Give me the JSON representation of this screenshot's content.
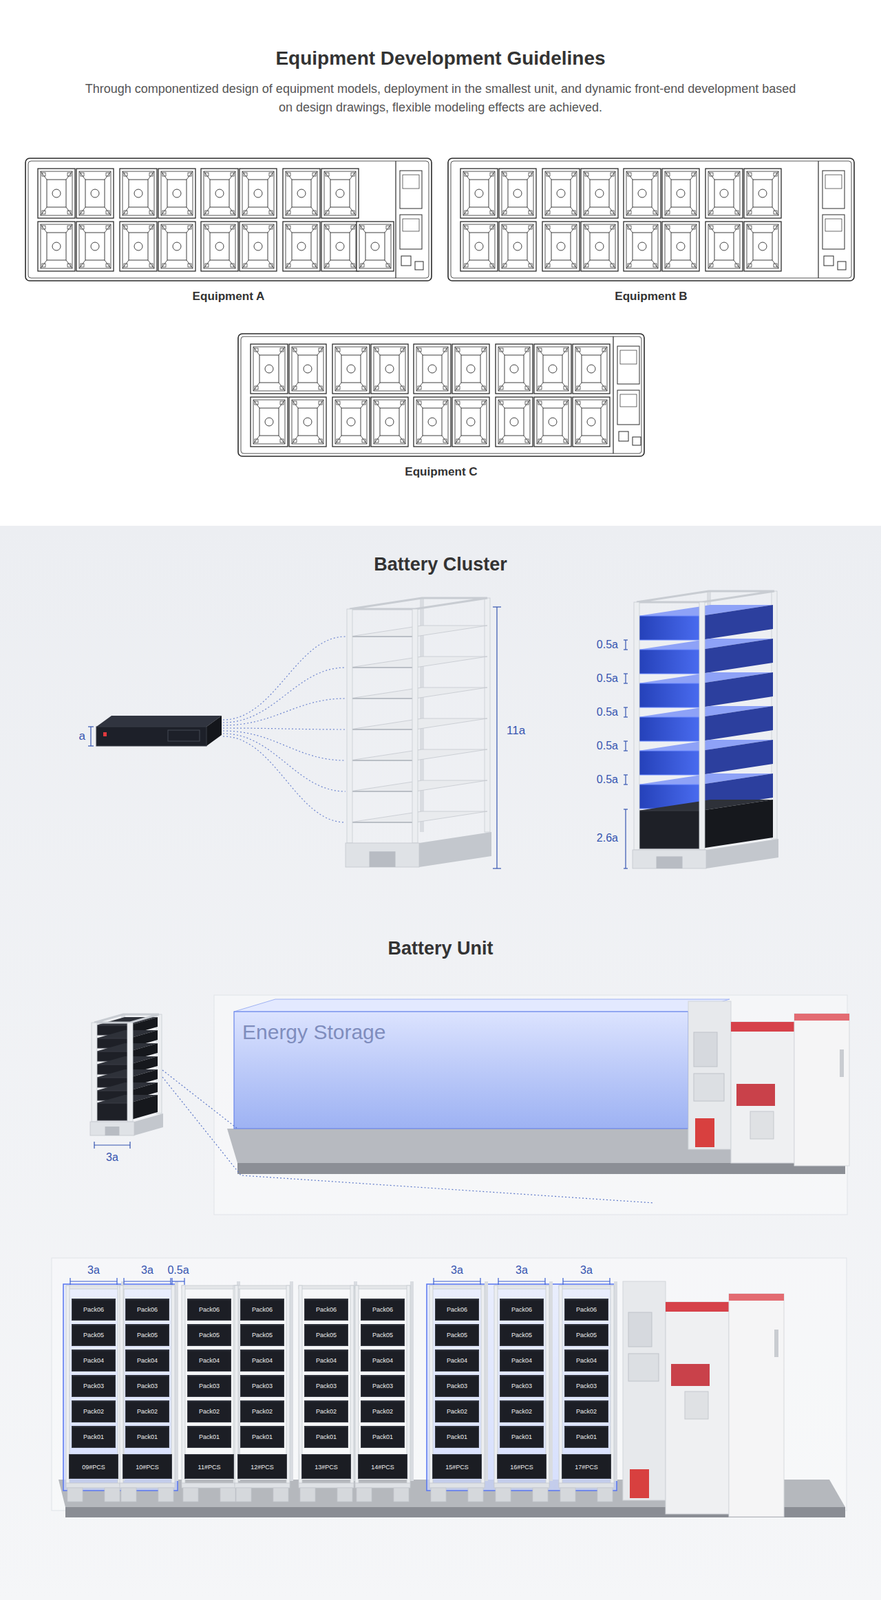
{
  "diagram": {
    "title": "Equipment Development Guidelines",
    "nodes": [
      {
        "text": [
          "Equipment A"
        ]
      },
      {
        "text": [
          "Equipment B"
        ]
      },
      {
        "text": [
          "Equipment C"
        ]
      },
      {
        "text": [
          "09#PCS"
        ]
      },
      {
        "text": [
          "Pack06"
        ],
        "in": 3
      },
      {
        "text": [
          "Pack05"
        ],
        "in": 3
      },
      {
        "text": [
          "Pack04"
        ],
        "in": 3
      },
      {
        "text": [
          "Pack03"
        ],
        "in": 3
      },
      {
        "text": [
          "Pack02"
        ],
        "in": 3
      },
      {
        "text": [
          "Pack01"
        ],
        "in": 3
      },
      {
        "text": [
          "10#PCS"
        ]
      },
      {
        "text": [
          "Pack06"
        ],
        "in": 10
      },
      {
        "text": [
          "Pack05"
        ],
        "in": 10
      },
      {
        "text": [
          "Pack04"
        ],
        "in": 10
      },
      {
        "text": [
          "Pack03"
        ],
        "in": 10
      },
      {
        "text": [
          "Pack02"
        ],
        "in": 10
      },
      {
        "text": [
          "Pack01"
        ],
        "in": 10
      },
      {
        "text": [
          "11#PCS"
        ]
      },
      {
        "text": [
          "Pack06"
        ],
        "in": 17
      },
      {
        "text": [
          "Pack05"
        ],
        "in": 17
      },
      {
        "text": [
          "Pack04"
        ],
        "in": 17
      },
      {
        "text": [
          "Pack03"
        ],
        "in": 17
      },
      {
        "text": [
          "Pack02"
        ],
        "in": 17
      },
      {
        "text": [
          "Pack01"
        ],
        "in": 17
      },
      {
        "text": [
          "12#PCS"
        ]
      },
      {
        "text": [
          "Pack06"
        ],
        "in": 24
      },
      {
        "text": [
          "Pack05"
        ],
        "in": 24
      },
      {
        "text": [
          "Pack04"
        ],
        "in": 24
      },
      {
        "text": [
          "Pack03"
        ],
        "in": 24
      },
      {
        "text": [
          "Pack02"
        ],
        "in": 24
      },
      {
        "text": [
          "Pack01"
        ],
        "in": 24
      },
      {
        "text": [
          "13#PCS"
        ]
      },
      {
        "text": [
          "Pack06"
        ],
        "in": 31
      },
      {
        "text": [
          "Pack05"
        ],
        "in": 31
      },
      {
        "text": [
          "Pack04"
        ],
        "in": 31
      },
      {
        "text": [
          "Pack03"
        ],
        "in": 31
      },
      {
        "text": [
          "Pack02"
        ],
        "in": 31
      },
      {
        "text": [
          "Pack01"
        ],
        "in": 31
      },
      {
        "text": [
          "14#PCS"
        ]
      },
      {
        "text": [
          "Pack06"
        ],
        "in": 38
      },
      {
        "text": [
          "Pack05"
        ],
        "in": 38
      },
      {
        "text": [
          "Pack04"
        ],
        "in": 38
      },
      {
        "text": [
          "Pack03"
        ],
        "in": 38
      },
      {
        "text": [
          "Pack02"
        ],
        "in": 38
      },
      {
        "text": [
          "Pack01"
        ],
        "in": 38
      },
      {
        "text": [
          "15#PCS"
        ]
      },
      {
        "text": [
          "Pack06"
        ],
        "in": 45
      },
      {
        "text": [
          "Pack05"
        ],
        "in": 45
      },
      {
        "text": [
          "Pack04"
        ],
        "in": 45
      },
      {
        "text": [
          "Pack03"
        ],
        "in": 45
      },
      {
        "text": [
          "Pack02"
        ],
        "in": 45
      },
      {
        "text": [
          "Pack01"
        ],
        "in": 45
      },
      {
        "text": [
          "16#PCS"
        ]
      },
      {
        "text": [
          "Pack06"
        ],
        "in": 52
      },
      {
        "text": [
          "Pack05"
        ],
        "in": 52
      },
      {
        "text": [
          "Pack04"
        ],
        "in": 52
      },
      {
        "text": [
          "Pack03"
        ],
        "in": 52
      },
      {
        "text": [
          "Pack02"
        ],
        "in": 52
      },
      {
        "text": [
          "Pack01"
        ],
        "in": 52
      },
      {
        "text": [
          "17#PCS"
        ]
      },
      {
        "text": [
          "Pack06"
        ],
        "in": 59
      },
      {
        "text": [
          "Pack05"
        ],
        "in": 59
      },
      {
        "text": [
          "Pack04"
        ],
        "in": 59
      },
      {
        "text": [
          "Pack03"
        ],
        "in": 59
      },
      {
        "text": [
          "Pack02"
        ],
        "in": 59
      },
      {
        "text": [
          "Pack01"
        ],
        "in": 59
      }
    ],
    "labels": [
      "Through componentized design of equipment models, deployment in the smallest unit, and dynamic front-end development based on design drawings, flexible modeling effects are achieved.",
      "Battery Cluster",
      "a",
      "11a",
      "0.5a",
      "0.5a",
      "0.5a",
      "0.5a",
      "0.5a",
      "2.6a",
      "Battery Unit",
      "Energy Storage",
      "3a",
      "3a",
      "3a",
      "0.5a",
      "3a",
      "3a",
      "3a"
    ]
  }
}
